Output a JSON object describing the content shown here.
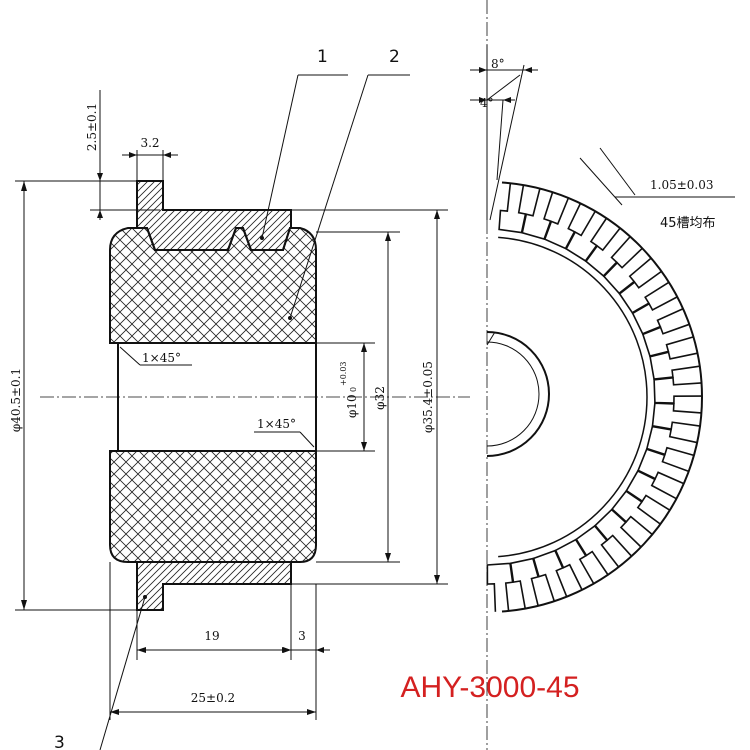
{
  "part_labels": [
    "1",
    "2",
    "3"
  ],
  "dimensions": {
    "d_outer": "φ40.5±0.1",
    "step_height": "2.5±0.1",
    "step_width": "3.2",
    "chamfer_top": "1×45°",
    "chamfer_bottom": "1×45°",
    "bore": "φ10",
    "bore_tol_upper": "+0.03",
    "bore_tol_lower": "0",
    "d_hub": "φ32",
    "d_teeth": "φ35.4±0.05",
    "len_19": "19",
    "len_3": "3",
    "len_total": "25±0.2"
  },
  "side_view": {
    "angle_8": "8°",
    "angle_4": "4°",
    "slot_width": "1.05±0.03",
    "slot_note": "45槽均布",
    "slot_count": 45
  },
  "model_code": "AHY-3000-45"
}
